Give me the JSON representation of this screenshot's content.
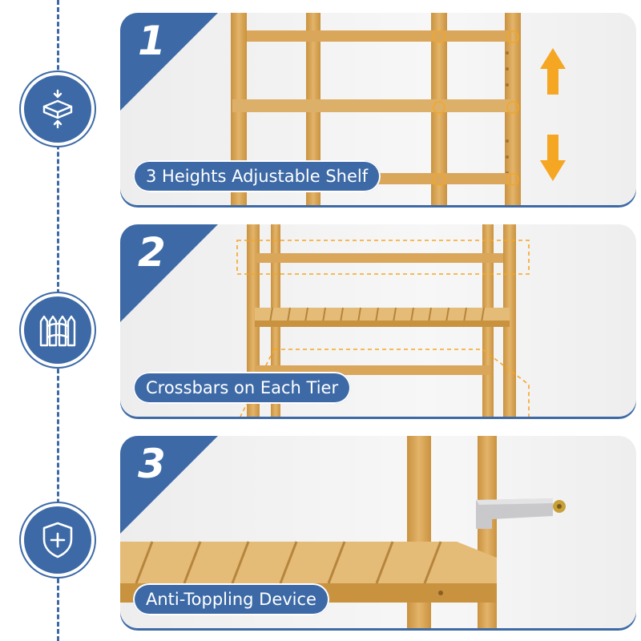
{
  "colors": {
    "brand_blue": "#3d6aa6",
    "bamboo": "#d9a65a",
    "bamboo_dark": "#b5853b",
    "accent_orange": "#f5a623",
    "bracket_gray": "#c9c9cc"
  },
  "icons": [
    "compress-shelf-icon",
    "fence-icon",
    "shield-plus-icon"
  ],
  "features": [
    {
      "number": "1",
      "label": "3 Heights Adjustable Shelf"
    },
    {
      "number": "2",
      "label": "Crossbars on Each Tier"
    },
    {
      "number": "3",
      "label": "Anti-Toppling Device"
    }
  ]
}
